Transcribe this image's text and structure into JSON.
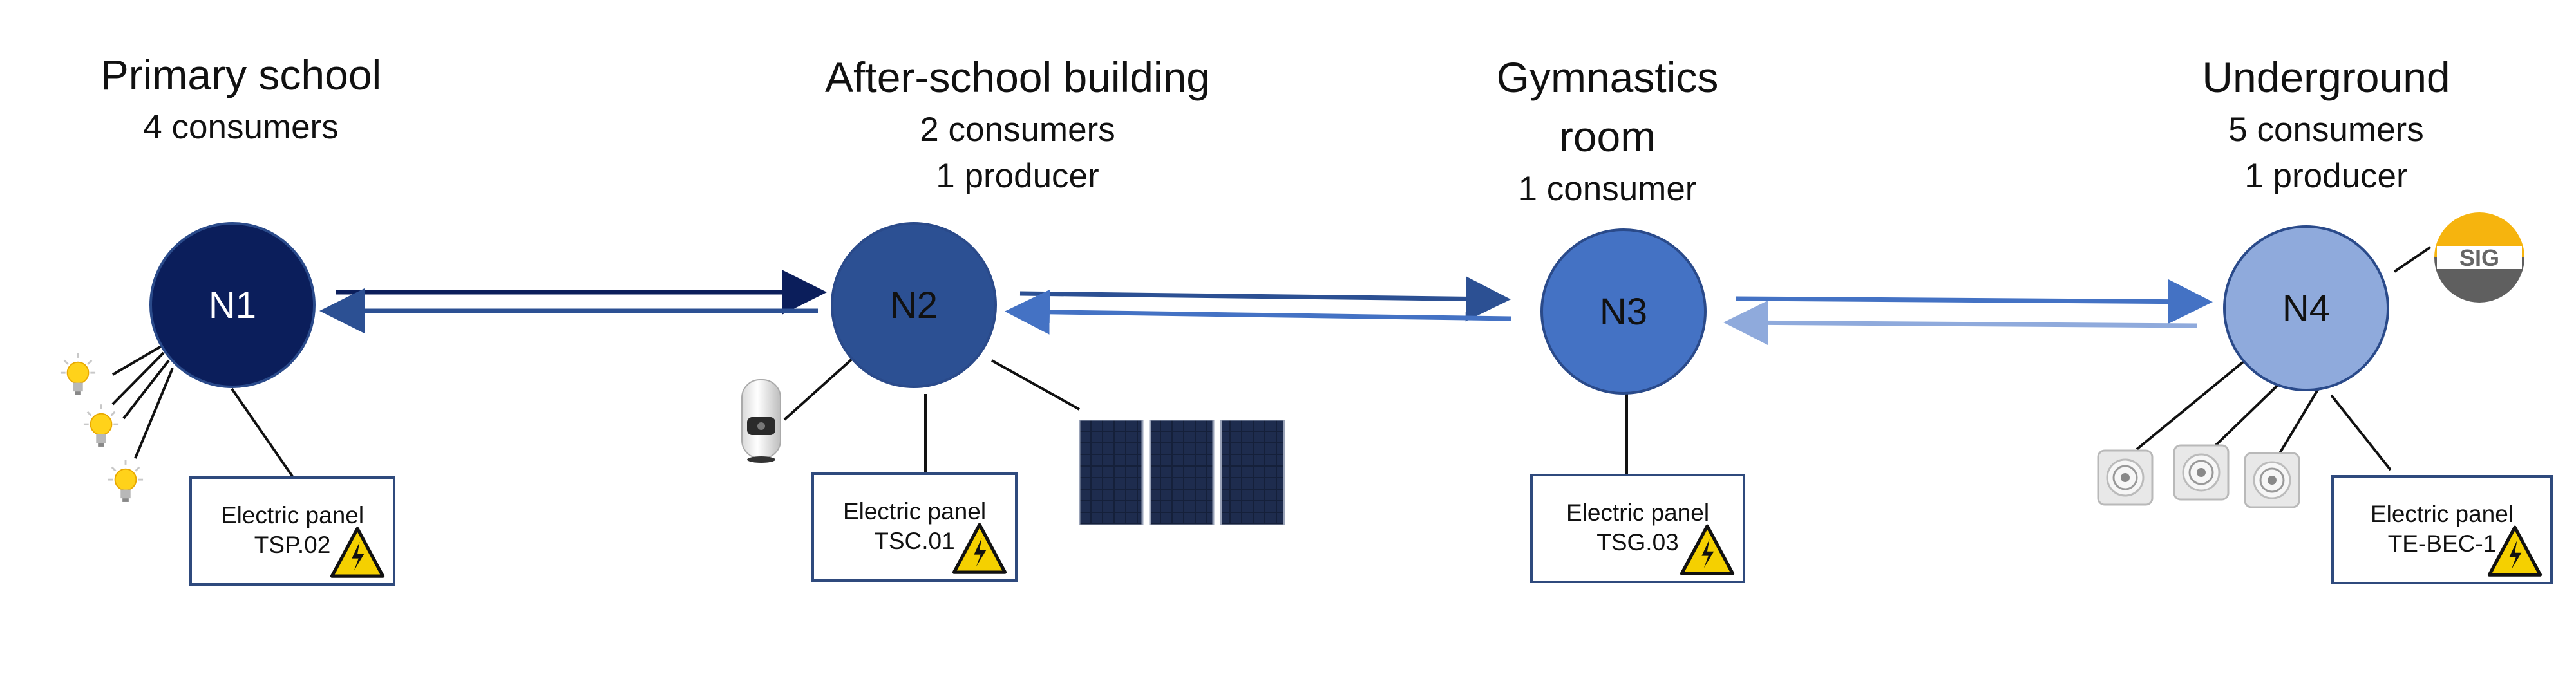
{
  "groups": [
    {
      "title": "Primary school",
      "lines": [
        "4 consumers"
      ],
      "node": "N1",
      "panel": [
        "Electric panel",
        "TSP.02"
      ],
      "color": "#0b1e5b"
    },
    {
      "title": "After-school building",
      "lines": [
        "2 consumers",
        "1 producer"
      ],
      "node": "N2",
      "panel": [
        "Electric panel",
        "TSC.01"
      ],
      "color": "#2c5093"
    },
    {
      "title_lines": [
        "Gymnastics",
        "room"
      ],
      "lines": [
        "1 consumer"
      ],
      "node": "N3",
      "panel": [
        "Electric panel",
        "TSG.03"
      ],
      "color": "#4472c4"
    },
    {
      "title": "Underground",
      "lines": [
        "5 consumers",
        "1 producer"
      ],
      "node": "N4",
      "panel": [
        "Electric panel",
        "TE-BEC-1"
      ],
      "color": "#8faadc"
    }
  ],
  "logo_text": "SIG",
  "icons": {
    "consumers_n1": [
      "light-bulb-icon",
      "light-bulb-icon",
      "light-bulb-icon"
    ],
    "n2": [
      "water-heater-icon",
      "solar-panel-icon"
    ],
    "n4": [
      "exhaust-fan-icon",
      "exhaust-fan-icon",
      "exhaust-fan-icon",
      "sig-logo-icon"
    ],
    "panel": "high-voltage-warning-icon"
  },
  "arrow_colors": {
    "a12": "#0b1e5b",
    "a21": "#2c5093",
    "a23": "#2c5093",
    "a32": "#4472c4",
    "a34": "#4472c4",
    "a43": "#8faadc"
  }
}
